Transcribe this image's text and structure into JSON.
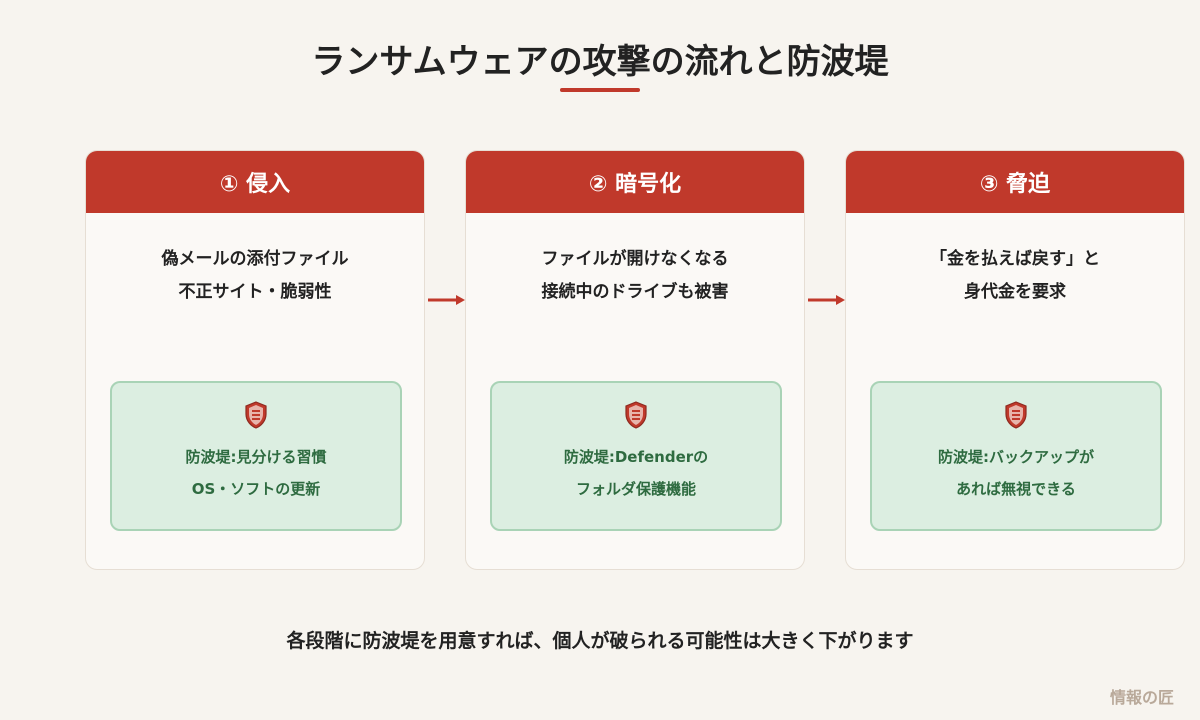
{
  "title": "ランサムウェアの攻撃の流れと防波堤",
  "steps": [
    {
      "heading": "① 侵入",
      "desc": [
        "偽メールの添付ファイル",
        "不正サイト・脆弱性"
      ],
      "defense": [
        "防波堤:見分ける習慣",
        "OS・ソフトの更新"
      ]
    },
    {
      "heading": "② 暗号化",
      "desc": [
        "ファイルが開けなくなる",
        "接続中のドライブも被害"
      ],
      "defense": [
        "防波堤:Defenderの",
        "フォルダ保護機能"
      ]
    },
    {
      "heading": "③ 脅迫",
      "desc": [
        "「金を払えば戻す」と",
        "身代金を要求"
      ],
      "defense": [
        "防波堤:バックアップが",
        "あれば無視できる"
      ]
    }
  ],
  "icons": {
    "defense": "shield-icon",
    "connector": "arrow-right-icon"
  },
  "colors": {
    "accent": "#c0392b",
    "defense_bg": "#dceee1",
    "defense_border": "#a9d3b6",
    "defense_text": "#2e6b40",
    "background": "#f7f4ef"
  },
  "footer": "各段階に防波堤を用意すれば、個人が破られる可能性は大きく下がります",
  "brand": "情報の匠"
}
